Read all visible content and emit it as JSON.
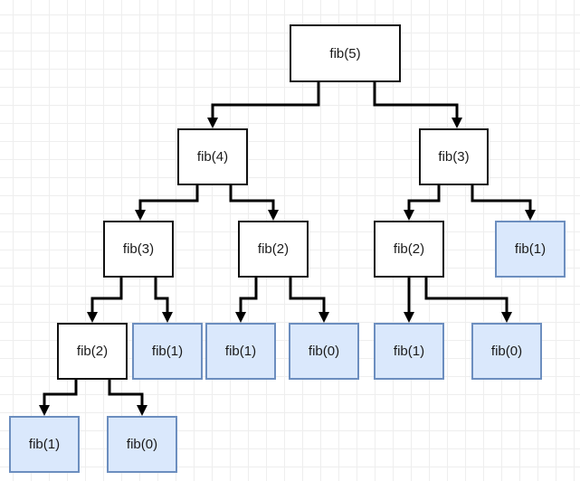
{
  "tree": {
    "root": "fib(5)",
    "left": "fib(4)",
    "right": "fib(3)",
    "left_left": "fib(3)",
    "left_right": "fib(2)",
    "right_left": "fib(2)",
    "right_right": "fib(1)",
    "left_left_left": "fib(2)",
    "left_left_right": "fib(1)",
    "left_right_left": "fib(1)",
    "left_right_right": "fib(0)",
    "right_left_left": "fib(1)",
    "right_left_right": "fib(0)",
    "left_left_left_left": "fib(1)",
    "left_left_left_right": "fib(0)"
  },
  "colors": {
    "internal_fill": "#ffffff",
    "internal_border": "#111111",
    "leaf_fill": "#dae8fc",
    "leaf_border": "#6c8ebf",
    "edge": "#000000",
    "grid": "#eeeeee"
  }
}
